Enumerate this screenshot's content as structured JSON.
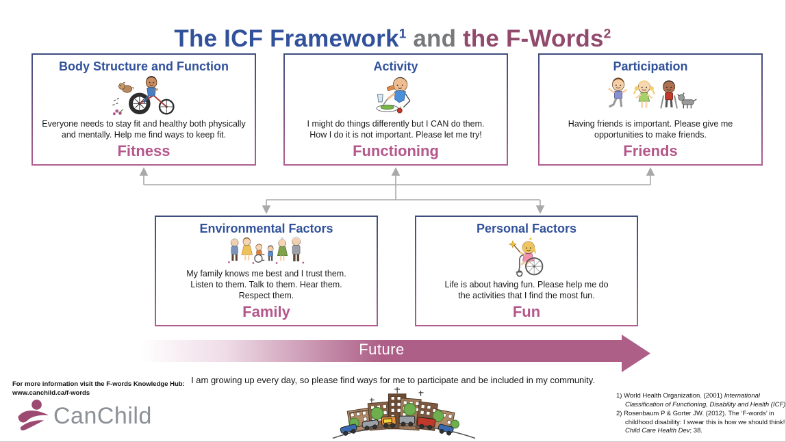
{
  "title": {
    "part_icf": "The ICF Framework",
    "sup1": "1",
    "part_and": "and",
    "part_fwords": "the F-Words",
    "sup2": "2"
  },
  "cards": {
    "body_structure": {
      "title": "Body Structure and Function",
      "text": "Everyone needs to stay fit and healthy both physically\nand mentally. Help me find ways to keep fit.",
      "fword": "Fitness"
    },
    "activity": {
      "title": "Activity",
      "text": "I might do things differently but I CAN do them.\nHow I do it is not important. Please let me try!",
      "fword": "Functioning"
    },
    "participation": {
      "title": "Participation",
      "text": "Having friends is important. Please give me\nopportunities to make friends.",
      "fword": "Friends"
    },
    "environmental": {
      "title": "Environmental Factors",
      "text": "My family knows me best and I trust them.\nListen to them. Talk to them. Hear them.\nRespect them.",
      "fword": "Family"
    },
    "personal": {
      "title": "Personal Factors",
      "text": "Life is about having fun. Please help me do\nthe activities that I find the most fun.",
      "fword": "Fun"
    }
  },
  "future": {
    "label": "Future",
    "caption": "I am growing up every day, so please find ways for me to participate and be included in my community."
  },
  "footer": {
    "info_line1": "For more information visit the F-words Knowledge Hub:",
    "info_line2": "www.canchild.ca/f-words",
    "logo_text": "CanChild",
    "references": {
      "ref1_num": "1)",
      "ref1_normal": "World Health Organization. (2001) ",
      "ref1_italic": "International Classification of Functioning, Disability and Health (ICF)",
      "ref2_num": "2)",
      "ref2_normal1": "Rosenbaum P & Gorter JW. (2012). The ‘F-words’ in childhood disability: I swear this is how we should think! ",
      "ref2_italic": "Child Care Health Dev",
      "ref2_normal2": "; 38."
    }
  },
  "illustrations": {
    "kid_on_bike": "child riding adapted tricycle with dog and flowers",
    "boy_eating": "boy eating a meal from a plate",
    "three_kids_dog": "three children playing with a dog",
    "family": "multi-generation family including child in wheelchair",
    "girl_wheelchair": "girl in wheelchair holding a star wand",
    "city": "cartoon city with buildings, trees and vehicles on a curved road",
    "canchild_logo": "CanChild leaping-person logo"
  },
  "colors": {
    "navy": "#31519b",
    "plum_title": "#91496c",
    "gray_and": "#77787b",
    "fword_pink": "#b4578b",
    "border_top": "#3e4d7d",
    "border_bottom": "#b05c8f",
    "connector_gray": "#a9a9a9",
    "future_pink": "#ad5f87",
    "logo_magenta": "#9d4a72",
    "logo_gray": "#8b9196"
  }
}
